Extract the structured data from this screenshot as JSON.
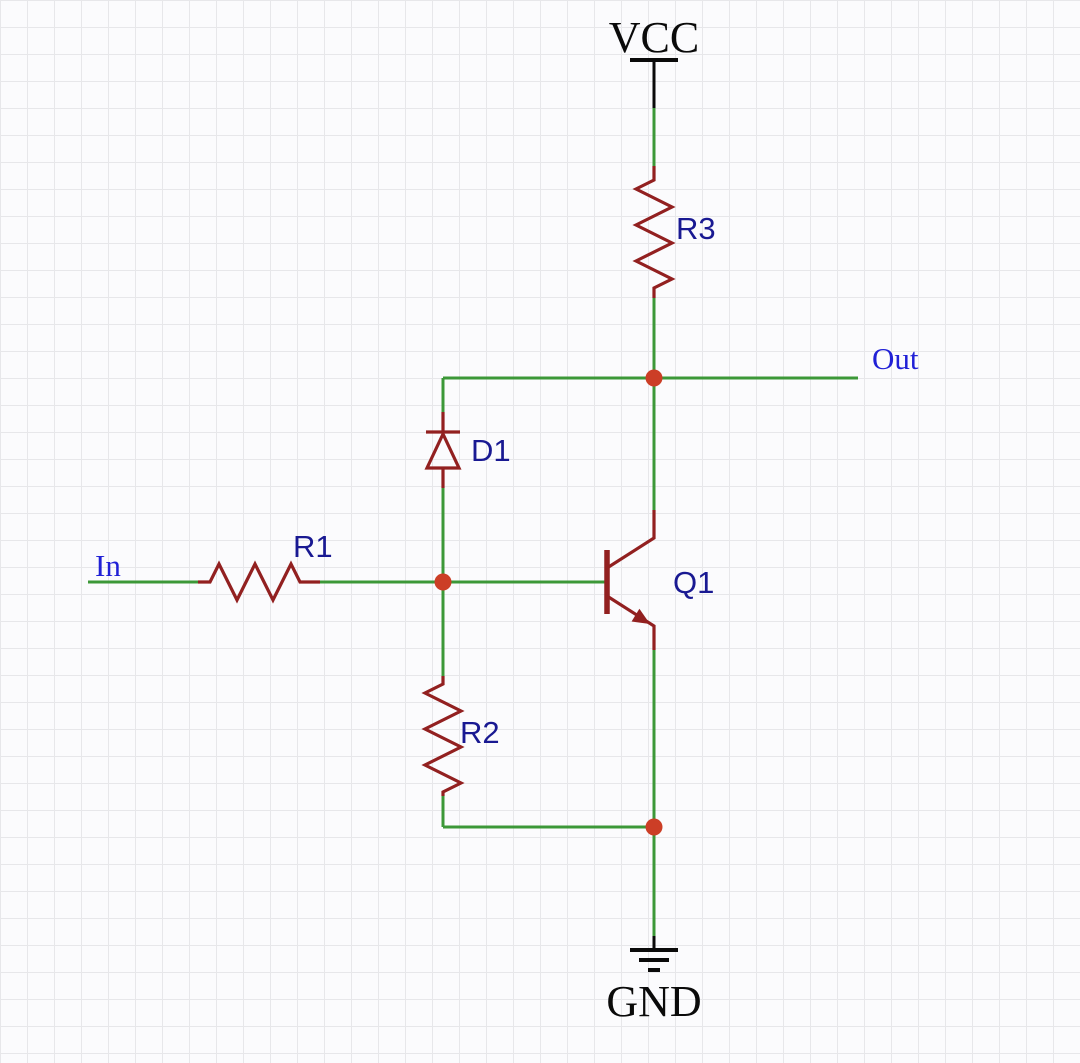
{
  "diagram": {
    "type": "circuit-schematic",
    "components": [
      {
        "ref": "R3",
        "type": "resistor",
        "orientation": "vertical"
      },
      {
        "ref": "D1",
        "type": "diode",
        "orientation": "vertical"
      },
      {
        "ref": "R1",
        "type": "resistor",
        "orientation": "horizontal"
      },
      {
        "ref": "R2",
        "type": "resistor",
        "orientation": "vertical"
      },
      {
        "ref": "Q1",
        "type": "npn-transistor"
      }
    ],
    "nets": [
      {
        "name": "VCC"
      },
      {
        "name": "GND"
      },
      {
        "name": "In"
      },
      {
        "name": "Out"
      }
    ]
  },
  "labels": {
    "vcc": "VCC",
    "gnd": "GND",
    "in": "In",
    "out": "Out",
    "r1": "R1",
    "r2": "R2",
    "r3": "R3",
    "d1": "D1",
    "q1": "Q1"
  },
  "colors": {
    "wire": "#3c9838",
    "component": "#922020",
    "junction": "#cc3e26",
    "net_label": "#2020d6",
    "ref_label": "#191992",
    "power_symbol": "#0a0a0a",
    "label_black": "#0a0a0a",
    "grid": "#e7e7ea",
    "background": "#fbfbfd"
  }
}
